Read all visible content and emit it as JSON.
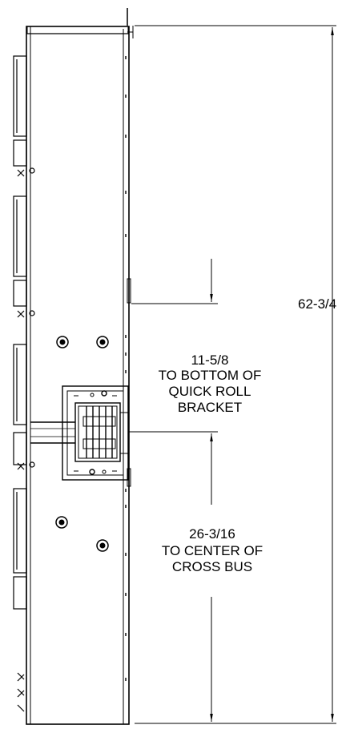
{
  "drawing": {
    "line_color": "#000000",
    "background": "#ffffff"
  },
  "dimensions": {
    "overall": {
      "value": "62-3/4"
    },
    "quick_roll": {
      "value": "11-5/8",
      "line1": "TO BOTTOM OF",
      "line2": "QUICK ROLL",
      "line3": "BRACKET"
    },
    "cross_bus": {
      "value": "26-3/16",
      "line1": "TO CENTER OF",
      "line2": "CROSS BUS"
    }
  }
}
